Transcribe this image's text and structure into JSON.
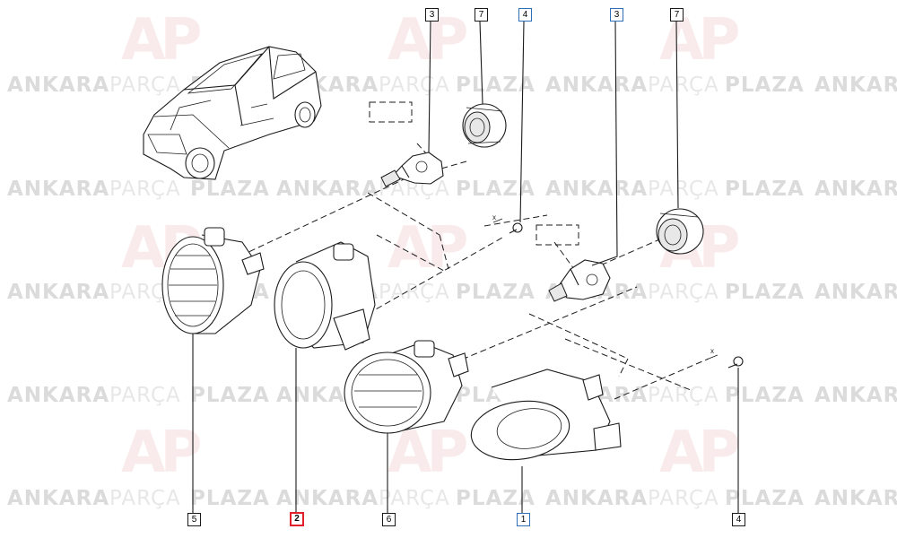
{
  "watermark": {
    "brand_a": "ANKARA",
    "brand_b": "PARÇA",
    "brand_c": "PLAZA",
    "partial": "ANKAR",
    "logo": "AP"
  },
  "callouts": [
    {
      "id": "c3a",
      "label": "3",
      "style": "plain"
    },
    {
      "id": "c7a",
      "label": "7",
      "style": "plain"
    },
    {
      "id": "c4a",
      "label": "4",
      "style": "blue"
    },
    {
      "id": "c3b",
      "label": "3",
      "style": "blue"
    },
    {
      "id": "c7b",
      "label": "7",
      "style": "plain"
    },
    {
      "id": "c5",
      "label": "5",
      "style": "plain"
    },
    {
      "id": "c2",
      "label": "2",
      "style": "red"
    },
    {
      "id": "c6",
      "label": "6",
      "style": "plain"
    },
    {
      "id": "c1",
      "label": "1",
      "style": "blue"
    },
    {
      "id": "c4b",
      "label": "4",
      "style": "plain"
    }
  ],
  "dimension_marks": {
    "x1": "x",
    "x2": "x"
  }
}
